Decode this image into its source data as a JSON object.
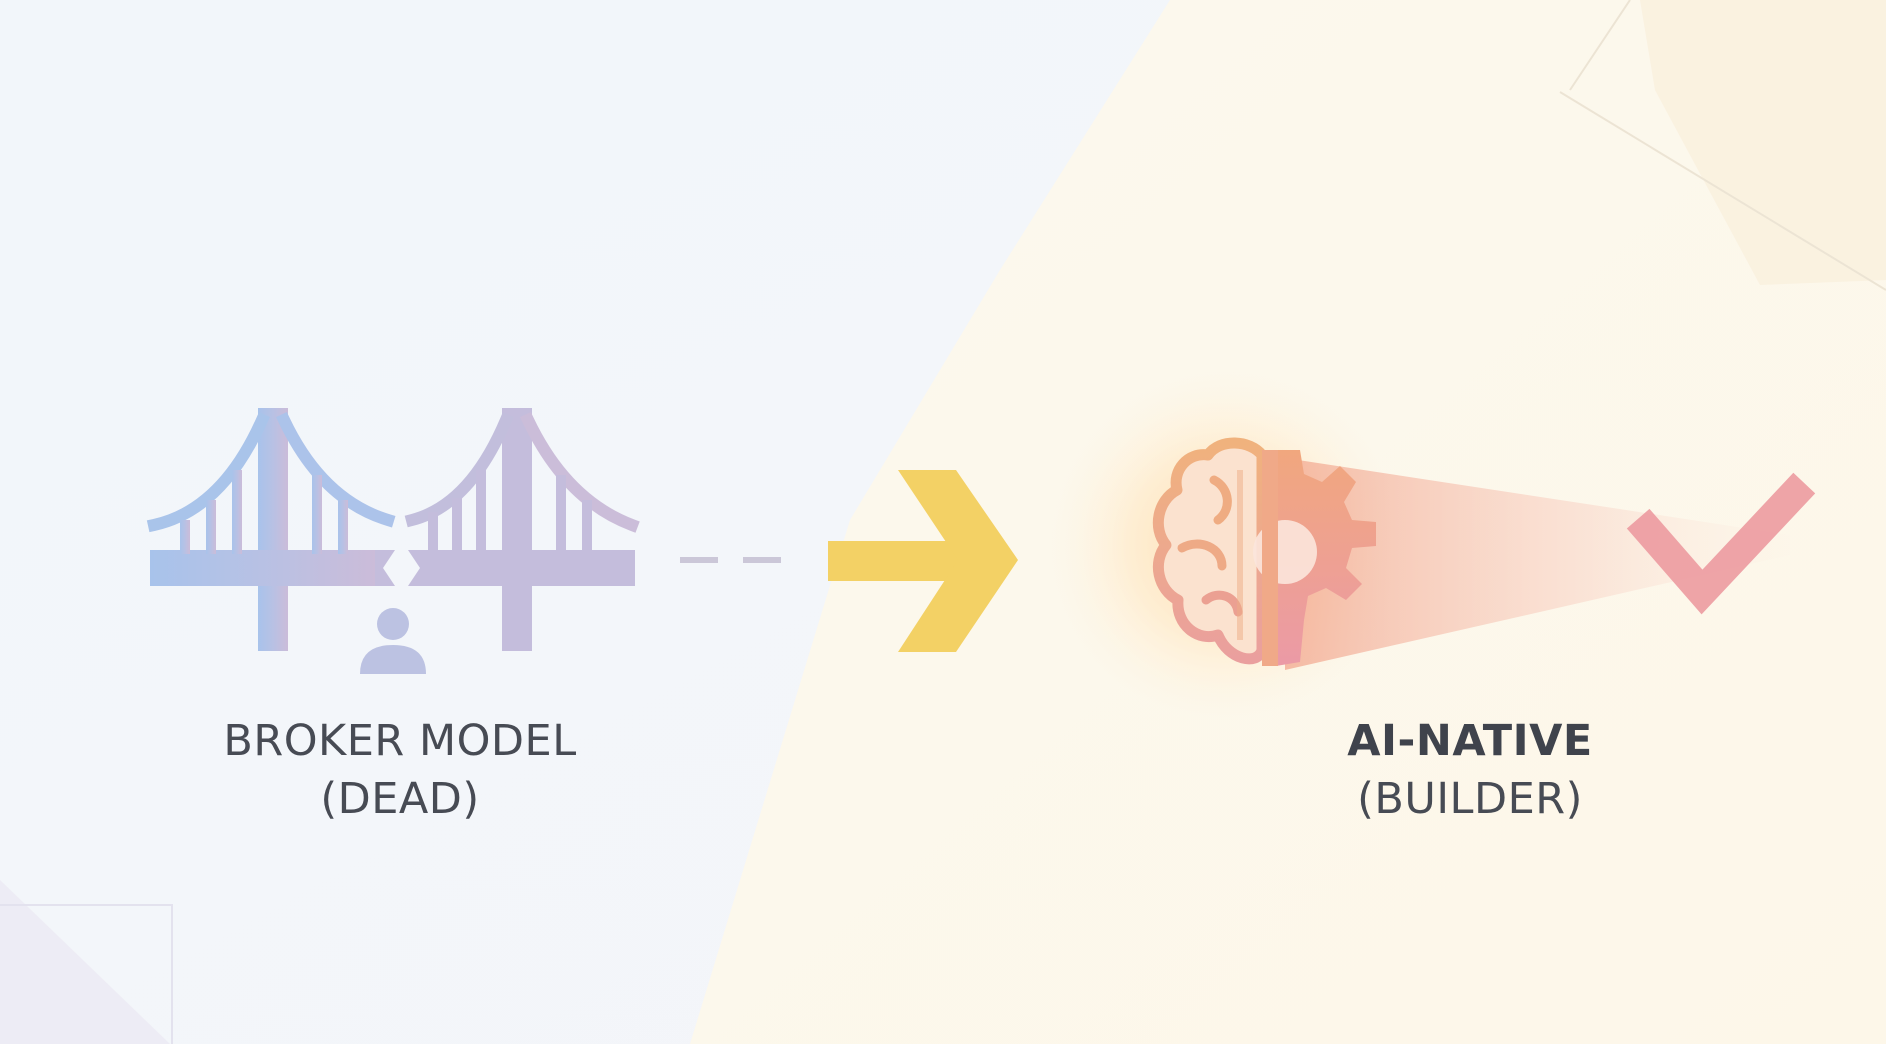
{
  "left": {
    "title": "BROKER MODEL",
    "subtitle": "(DEAD)",
    "icons": [
      "bridge-icon",
      "broken-bridge-icon",
      "person-icon"
    ]
  },
  "right": {
    "title": "AI-NATIVE",
    "subtitle": "(BUILDER)",
    "icons": [
      "brain-gear-icon",
      "checkmark-icon"
    ]
  },
  "connector": {
    "icons": [
      "dashed-line",
      "arrow-right-icon"
    ]
  },
  "colors": {
    "bridge_blue": "#a9c4ea",
    "bridge_lavender": "#c6bedc",
    "dash_gray": "#c9c6d6",
    "arrow_yellow": "#f4d46a",
    "brain_orange": "#eeae84",
    "gear_pink": "#eba0a8",
    "check_pink": "#ec9aa0",
    "bg_left": "#f3f6fa",
    "bg_right": "#fdf8ec",
    "text": "#474b54"
  }
}
